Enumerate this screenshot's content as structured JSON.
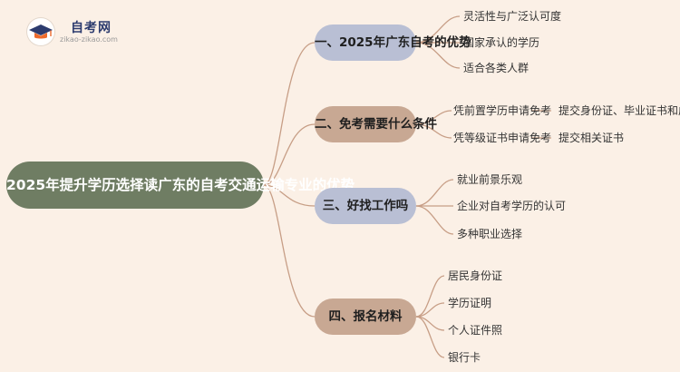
{
  "logo": {
    "title": "自考网",
    "url": "zikao-zikao.com",
    "icon": "graduation-cap-icon"
  },
  "colors": {
    "background": "#fbf0e6",
    "root": "#6f7d63",
    "branch_blue": "#b9bfd4",
    "branch_tan": "#c8a893",
    "line": "#c79e86"
  },
  "mindmap": {
    "root": "2025年提升学历选择读广东的自考交通运输专业的优势",
    "branches": [
      {
        "label": "一、2025年广东自考的优势",
        "children": [
          "灵活性与广泛认可度",
          "国家承认的学历",
          "适合各类人群"
        ]
      },
      {
        "label": "二、免考需要什么条件",
        "children": [
          {
            "label": "凭前置学历申请免考",
            "detail": "提交身份证、毕业证书和成绩表"
          },
          {
            "label": "凭等级证书申请免考",
            "detail": "提交相关证书"
          }
        ]
      },
      {
        "label": "三、好找工作吗",
        "children": [
          "就业前景乐观",
          "企业对自考学历的认可",
          "多种职业选择"
        ]
      },
      {
        "label": "四、报名材料",
        "children": [
          "居民身份证",
          "学历证明",
          "个人证件照",
          "银行卡"
        ]
      }
    ]
  }
}
